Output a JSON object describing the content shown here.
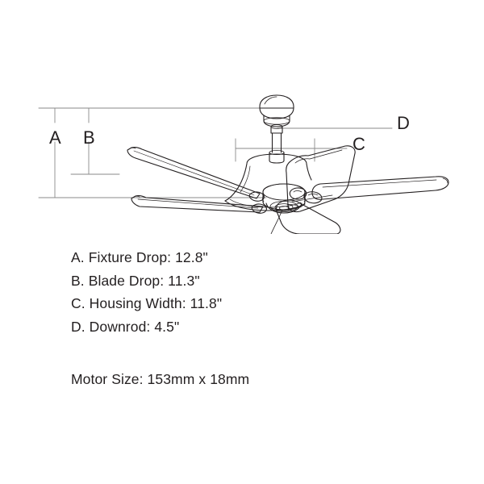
{
  "diagram": {
    "title": "Ceiling fan dimension diagram",
    "subject": "ceiling-fan",
    "view": "side perspective line drawing",
    "dimension_markers": [
      {
        "letter": "A",
        "measures": "Fixture Drop",
        "orientation": "vertical"
      },
      {
        "letter": "B",
        "measures": "Blade Drop",
        "orientation": "vertical"
      },
      {
        "letter": "C",
        "measures": "Housing Width",
        "orientation": "horizontal"
      },
      {
        "letter": "D",
        "measures": "Downrod",
        "orientation": "leader"
      }
    ],
    "line_color": "#231f20",
    "dimension_line_color": "#8a8a8a"
  },
  "specs": [
    {
      "key": "A",
      "label": "A. Fixture Drop:",
      "value": "12.8\"",
      "text": "A. Fixture Drop: 12.8\""
    },
    {
      "key": "B",
      "label": "B. Blade Drop:",
      "value": "11.3\"",
      "text": "B. Blade Drop: 11.3\""
    },
    {
      "key": "C",
      "label": "C. Housing Width:",
      "value": "11.8\"",
      "text": "C. Housing Width: 11.8\""
    },
    {
      "key": "D",
      "label": "D. Downrod:",
      "value": "4.5\"",
      "text": "D. Downrod: 4.5\""
    }
  ],
  "motor": {
    "label": "Motor Size:",
    "value": "153mm x 18mm",
    "text": "Motor Size: 153mm x 18mm"
  },
  "letters": {
    "a": "A",
    "b": "B",
    "c": "C",
    "d": "D"
  }
}
